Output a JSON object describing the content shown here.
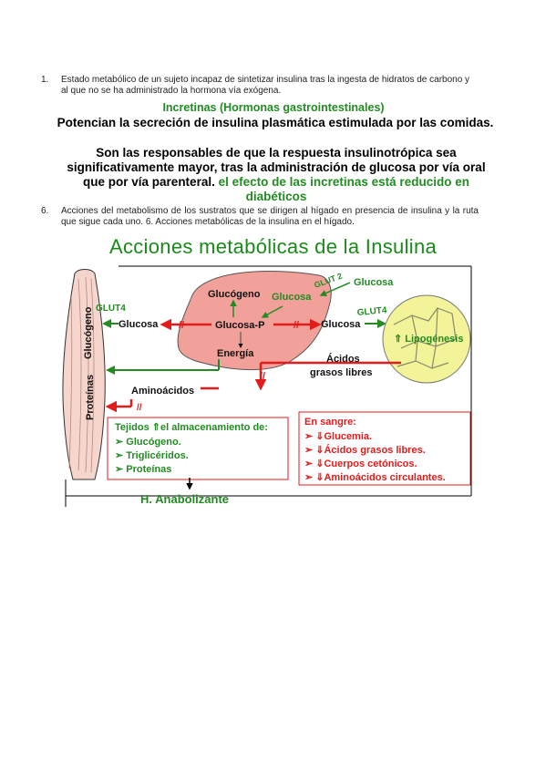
{
  "list_item_1": {
    "number": "1.",
    "text": "Estado metabólico de un sujeto incapaz de sintetizar insulina tras la ingesta de hidratos de carbono y al que no se ha administrado la hormona vía exógena."
  },
  "incretinas_heading": "Incretinas (Hormonas gastrointestinales)",
  "paragraph_1": "Potencian la secreción de insulina plasmática estimulada por las comidas.",
  "paragraph_2_black": "Son las responsables de que la respuesta insulinotrópica sea significativamente mayor, tras la administración de glucosa por vía oral que por vía parenteral.",
  "paragraph_2_green": "el efecto de las incretinas está reducido en diabéticos",
  "list_item_6": {
    "number": "6.",
    "text": "Acciones del metabolismo de los sustratos que se dirigen al hígado en presencia de insulina y la ruta que sigue cada uno. 6.  Acciones metabólicas de la insulina en el hígado."
  },
  "figure": {
    "title": "Acciones metabólicas de la Insulina",
    "muscle_labels": {
      "glucogeno": "Glucógeno",
      "proteinas": "Proteínas"
    },
    "glut4_left": "GLUT4",
    "glut4_right": "GLUT4",
    "glut2": "GLUT 2",
    "liver": {
      "glucogeno": "Glucógeno",
      "glucosa": "Glucosa",
      "glucosa_p": "Glucosa-P",
      "energia": "Energía"
    },
    "glucosa_left": "Glucosa",
    "glucosa_right": "Glucosa",
    "glucosa_top": "Glucosa",
    "lipogenesis": "⇑ Lipogénesis",
    "acidos_grasos": [
      "Ácidos",
      "grasos libres"
    ],
    "aminoacidos": "Aminoácidos",
    "tejidos": {
      "heading": "Tejidos ⇑el almacenamiento de:",
      "items": [
        "➢ Glucógeno.",
        "➢ Triglicéridos.",
        "➢ Proteínas"
      ]
    },
    "sangre": {
      "heading": "En sangre:",
      "items": [
        "➢ ⇓Glucemia.",
        "➢ ⇓Ácidos grasos libres.",
        "➢ ⇓Cuerpos cetónicos.",
        "➢ ⇓Aminoácidos circulantes."
      ]
    },
    "anabolizante": "H. Anabolizante",
    "colors": {
      "green": "#228b22",
      "red": "#e31b1b",
      "liver": "#f2a19a",
      "fat": "#f3f39a"
    }
  }
}
